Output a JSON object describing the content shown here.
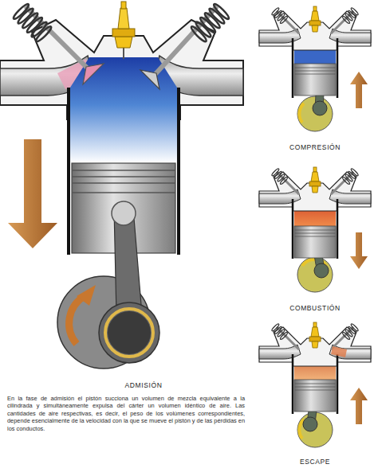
{
  "diagram": {
    "caption": "En la fase de admisión el pistón succiona un volumen de mezcla equivalente a la cilindrada y simultáneamente expulsa del cárter un volumen idéntico de aire. Las cantidades de aire respectivas, es decir, el peso de los volúmenes correspondientes, depende esencialmente de la velocidad con la que se mueve el pistón y de las pérdidas en los conductos.",
    "labels": [
      "ADMISIÓN",
      "COMPRESIÓN",
      "COMBUSTIÓN",
      "ESCAPE"
    ]
  }
}
